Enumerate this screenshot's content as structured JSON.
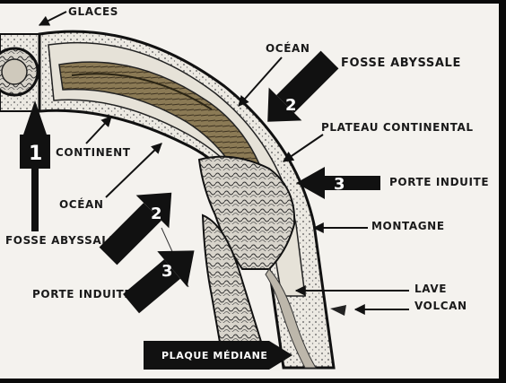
{
  "labels": {
    "glaces": "GLACES",
    "ocean_top": "OCÉAN",
    "fosse_top": "FOSSE ABYSSALE",
    "plateau": "PLATEAU CONTINENTAL",
    "continent": "CONTINENT",
    "porte_right": "PORTE INDUITE",
    "ocean_left": "OCÉAN",
    "montagne": "MONTAGNE",
    "fosse_left": "FOSSE ABYSSALE",
    "porte_left": "PORTE INDUITE",
    "lave": "LAVE",
    "volcan": "VOLCAN",
    "plaque": "PLAQUE MÉDIANE"
  },
  "numbers": {
    "n1": "1",
    "n2_top": "2",
    "n2_left": "2",
    "n3_right": "3",
    "n3_left": "3"
  },
  "colors": {
    "paper": "#f4f2ee",
    "ink": "#1a1a1a",
    "core": "#7a6a4a"
  }
}
